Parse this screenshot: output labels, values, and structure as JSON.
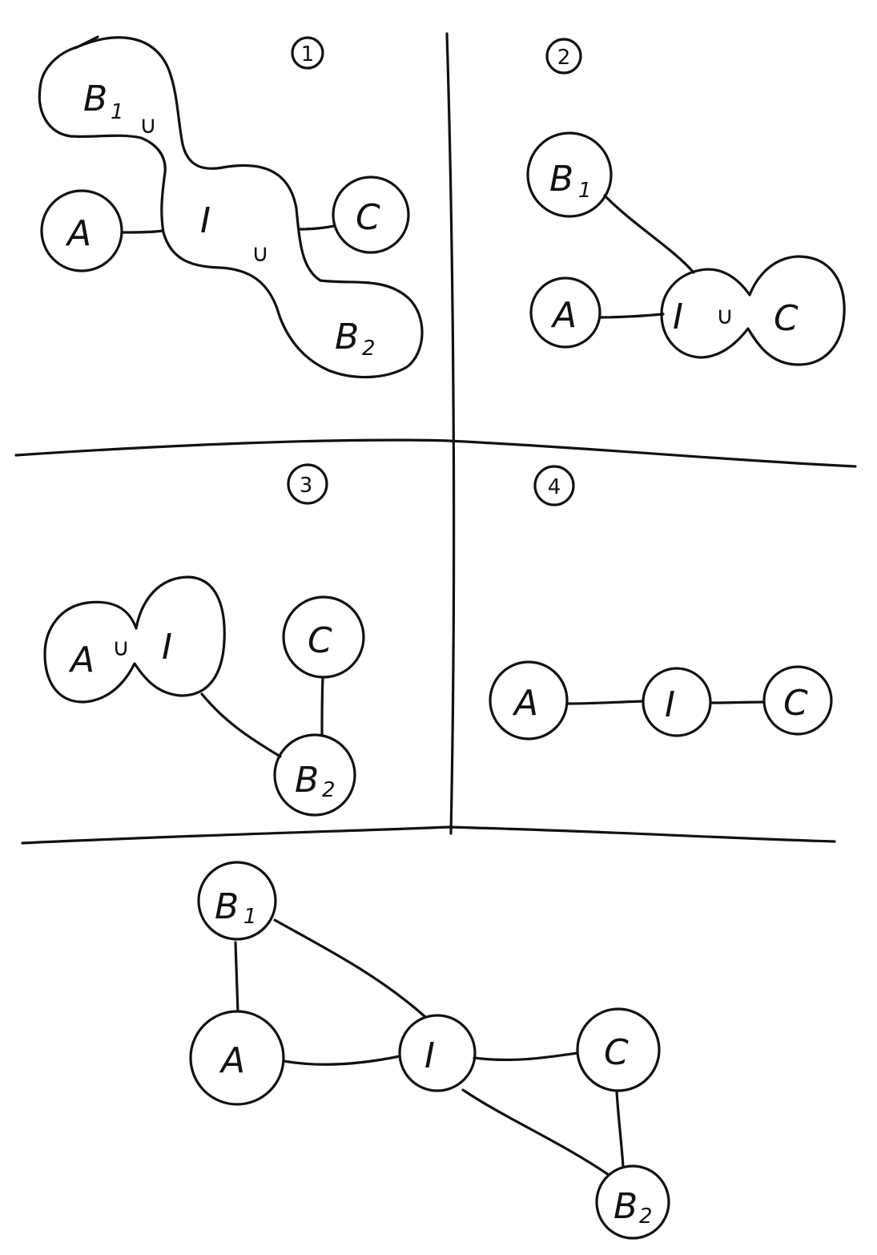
{
  "colors": {
    "ink": "#111111",
    "paper": "#ffffff"
  },
  "panels": [
    {
      "number": "1"
    },
    {
      "number": "2"
    },
    {
      "number": "3"
    },
    {
      "number": "4"
    }
  ],
  "symbols": {
    "union": "∪"
  },
  "labels": {
    "a": "A",
    "i": "I",
    "c": "C",
    "b": "B",
    "sub1": "1",
    "sub2": "2"
  }
}
